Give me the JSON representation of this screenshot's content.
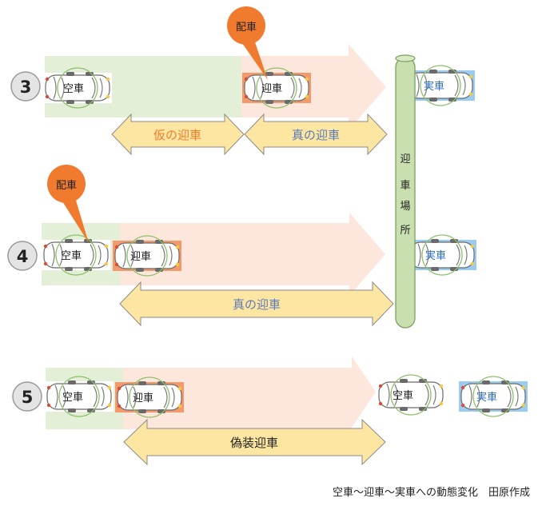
{
  "rows": [
    {
      "num": "3",
      "car_labels": [
        "空車",
        "迎車",
        "実車"
      ],
      "callout": "配車",
      "spans": [
        "仮の迎車",
        "真の迎車"
      ]
    },
    {
      "num": "4",
      "car_labels": [
        "空車",
        "迎車",
        "実車"
      ],
      "callout": "配車",
      "spans": [
        "真の迎車"
      ]
    },
    {
      "num": "5",
      "car_labels": [
        "空車",
        "迎車",
        "空車",
        "実車"
      ],
      "spans": [
        "偽装迎車"
      ]
    }
  ],
  "pickup_pole": {
    "label": [
      "迎",
      "車",
      "場",
      "所"
    ]
  },
  "caption": "空車～迎車～実車への動態変化　田原作成",
  "colors": {
    "green_zone": "#e3efd7",
    "pink_zone": "#fde7dc",
    "span_arrow_fill": "#fde6a2",
    "span_arrow_stroke": "#8a8a8a",
    "span_text_orange": "#f07c2c",
    "span_text_blue": "#5c7bb8",
    "car_orange": "#f39a6d",
    "car_blue": "#9ccbf0",
    "car_blue_text": "#2f6fc2",
    "callout": "#f07a2e",
    "pole_fill": "#c9dfb0",
    "pole_stroke": "#7aa060",
    "circle_stroke": "#8ec06c"
  }
}
